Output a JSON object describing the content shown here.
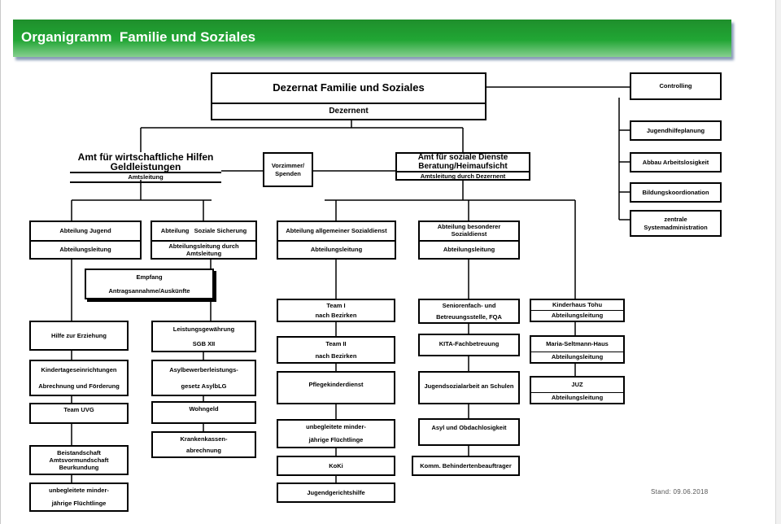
{
  "header": {
    "title": "Organigramm  Familie und Soziales"
  },
  "dezernat": {
    "title": "Dezernat Familie und Soziales",
    "sub": "Dezernent"
  },
  "staff": {
    "controlling": "Controlling",
    "jugendhilfeplanung": "Jugendhilfeplanung",
    "abbau": "Abbau Arbeitslosigkeit",
    "bildung": "Bildungskoordionation",
    "sysadmin_1": "zentrale",
    "sysadmin_2": "Systemadministration"
  },
  "vorzimmer": {
    "line1": "Vorzimmer/",
    "line2": "Spenden"
  },
  "amt_wirtschaft": {
    "line1": "Amt für wirtschaftliche Hilfen",
    "line2": "Geldleistungen",
    "sub": "Amtsleitung"
  },
  "amt_sozial": {
    "line1": "Amt für soziale Dienste",
    "line2": "Beratung/Heimaufsicht",
    "sub": "Amtsleitung durch Dezernent"
  },
  "abt_jugend": {
    "title": "Abteilung Jugend",
    "sub": "Abteilungsleitung"
  },
  "abt_soziale": {
    "title": "Abteilung   Soziale Sicherung",
    "sub_1": "Abteilungsleitung durch",
    "sub_2": "Amtsleitung"
  },
  "abt_allgemein": {
    "title": "Abteilung allgemeiner Sozialdienst",
    "sub": "Abteilungsleitung"
  },
  "abt_besonderer": {
    "title_1": "Abteilung besonderer",
    "title_2": "Sozialdienst",
    "sub": "Abteilungsleitung"
  },
  "empfang": {
    "line1": "Empfang",
    "line2": "Antragsannahme/Auskünfte"
  },
  "jugend_units": {
    "hilfe": "Hilfe zur Erziehung",
    "kita_1": "Kindertageseinrichtungen",
    "kita_2": "Abrechnung und Förderung",
    "uvg": "Team UVG",
    "beistand_1": "Beistandschaft",
    "beistand_2": "Amtsvormundschaft",
    "beistand_3": "Beurkundung",
    "unbegl_1": "unbegleitete minder-",
    "unbegl_2": "jährige Flüchtlinge"
  },
  "soziale_units": {
    "leistung_1": "Leistungsgewährung",
    "leistung_2": "SGB XII",
    "asyl_1": "Asylbewerberleistungs-",
    "asyl_2": "gesetz AsylbLG",
    "wohngeld": "Wohngeld",
    "kranken_1": "Krankenkassen-",
    "kranken_2": "abrechnung"
  },
  "allgemein_units": {
    "team1_1": "Team I",
    "team1_2": "nach Bezirken",
    "team2_1": "Team II",
    "team2_2": "nach Bezirken",
    "pflege": "Pflegekinderdienst",
    "unbegl_1": "unbegleitete minder-",
    "unbegl_2": "jährige Flüchtlinge",
    "koki": "KoKi",
    "jgh": "Jugendgerichtshilfe"
  },
  "besonderer_units": {
    "senioren_1": "Seniorenfach- und",
    "senioren_2": "Betreuungsstelle, FQA",
    "kita": "KITA-Fachbetreuung",
    "jsa": "Jugendsozialarbeit an Schulen",
    "asyl": "Asyl und Obdachlosigkeit",
    "komm": "Komm. Behindertenbeauftrager"
  },
  "houses": {
    "tohu_title": "Kinderhaus Tohu",
    "tohu_sub": "Abteilungsleitung",
    "maria_title": "Maria-Seltmann-Haus",
    "maria_sub": "Abteilungsleitung",
    "juz_title": "JUZ",
    "juz_sub": "Abteilungsleitung"
  },
  "footer": {
    "stand": "Stand: 09.06.2018"
  }
}
